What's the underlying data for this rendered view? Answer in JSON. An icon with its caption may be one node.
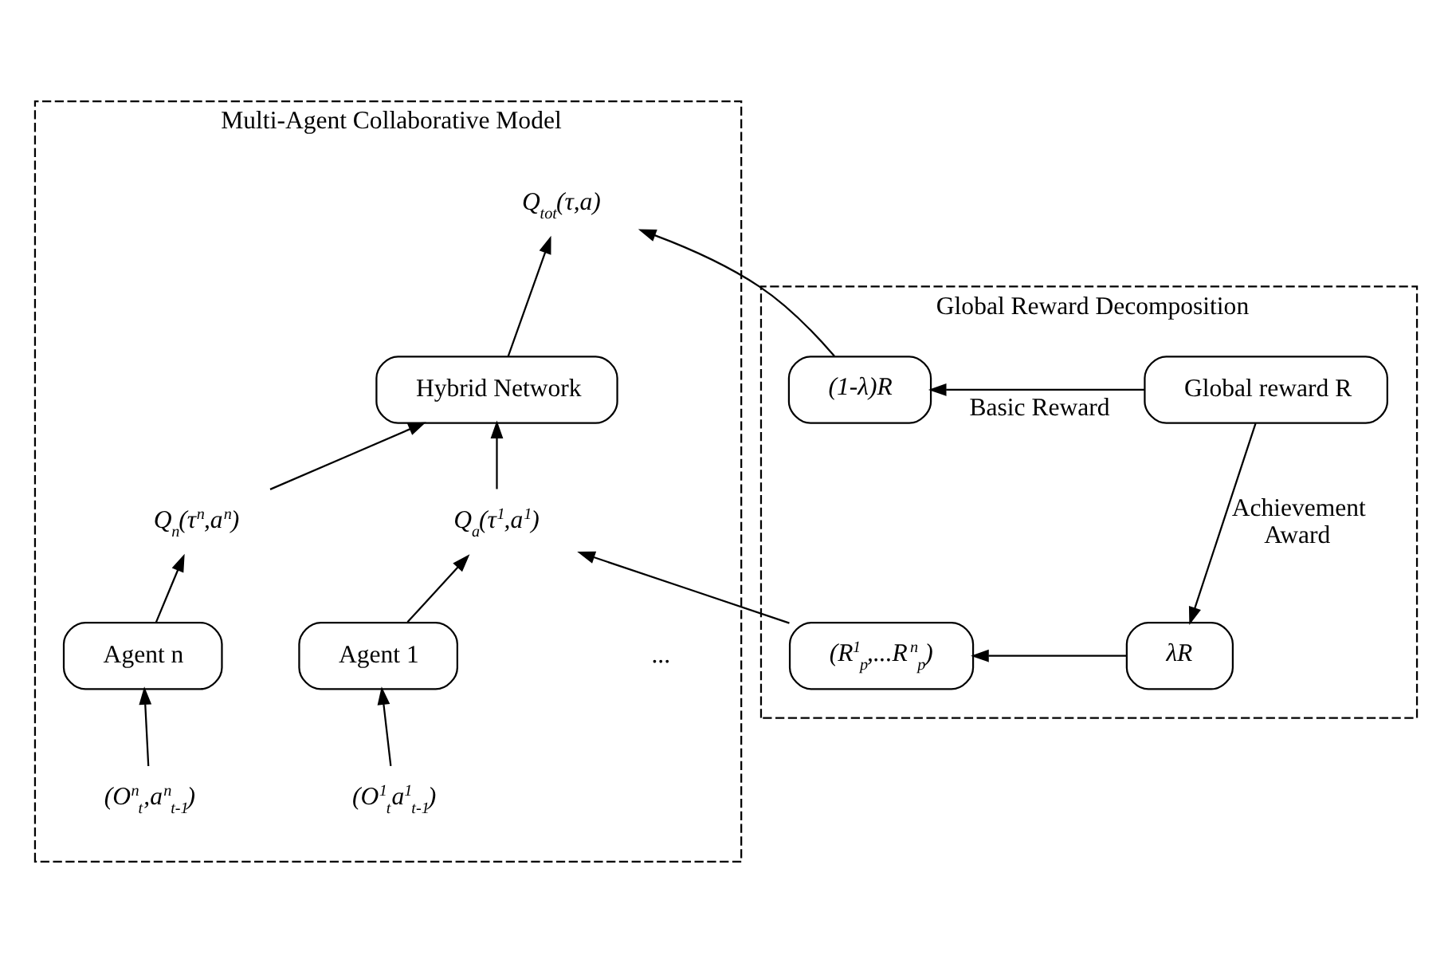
{
  "diagram": {
    "nodes": [
      {
        "text": [
          "Global Reward Decomposition"
        ]
      },
      {
        "text": [
          "Global reward R"
        ],
        "in": 0
      },
      {
        "text": [
          "(1-λ)R"
        ],
        "in": 0
      },
      {
        "text": [
          "λR"
        ],
        "in": 0
      },
      {
        "text": [
          "(R$^{1}$$_{p}$,...R$^{n}$$_{p}$)"
        ],
        "in": 0
      },
      {
        "text": [
          "Multi-Agent Collaborative Model"
        ]
      },
      {
        "text": [
          "Q$_{tot}$(τ,a)"
        ],
        "in": 5
      },
      {
        "text": [
          "Hybrid Network"
        ],
        "in": 5
      },
      {
        "text": [
          "Q$_{a}$(τ$^{1}$,a$^{1}$)"
        ],
        "in": 5
      },
      {
        "text": [
          "Q$_{n}$(τ$^{n}$,a$^{n}$)"
        ],
        "in": 5
      },
      {
        "text": [
          "Agent 1"
        ],
        "in": 5
      },
      {
        "text": [
          "Agent n"
        ],
        "in": 5
      },
      {
        "text": [
          "(O$^{1}$$_{t}$a$^{1}$$_{t-1}$)"
        ],
        "in": 5
      },
      {
        "text": [
          "(O$^{n}$$_{t}$,a$^{n}$$_{t-1}$)"
        ],
        "in": 5
      }
    ],
    "edges": [
      {
        "from": 1,
        "to": 2,
        "arrow": "to",
        "label": "Basic Reward"
      },
      {
        "from": 1,
        "to": 3,
        "arrow": "to",
        "label": "Achievement Award"
      },
      {
        "from": 3,
        "to": 4,
        "arrow": "to"
      },
      {
        "from": 2,
        "to": 6,
        "arrow": "to"
      },
      {
        "from": 4,
        "to": 8,
        "arrow": "to"
      },
      {
        "from": 7,
        "to": 6,
        "arrow": "to"
      },
      {
        "from": 8,
        "to": 7,
        "arrow": "to"
      },
      {
        "from": 9,
        "to": 7,
        "arrow": "to"
      },
      {
        "from": 10,
        "to": 8,
        "arrow": "to"
      },
      {
        "from": 11,
        "to": 9,
        "arrow": "to"
      },
      {
        "from": 12,
        "to": 10,
        "arrow": "to"
      },
      {
        "from": 13,
        "to": 11,
        "arrow": "to"
      }
    ],
    "labels": [
      "..."
    ]
  }
}
